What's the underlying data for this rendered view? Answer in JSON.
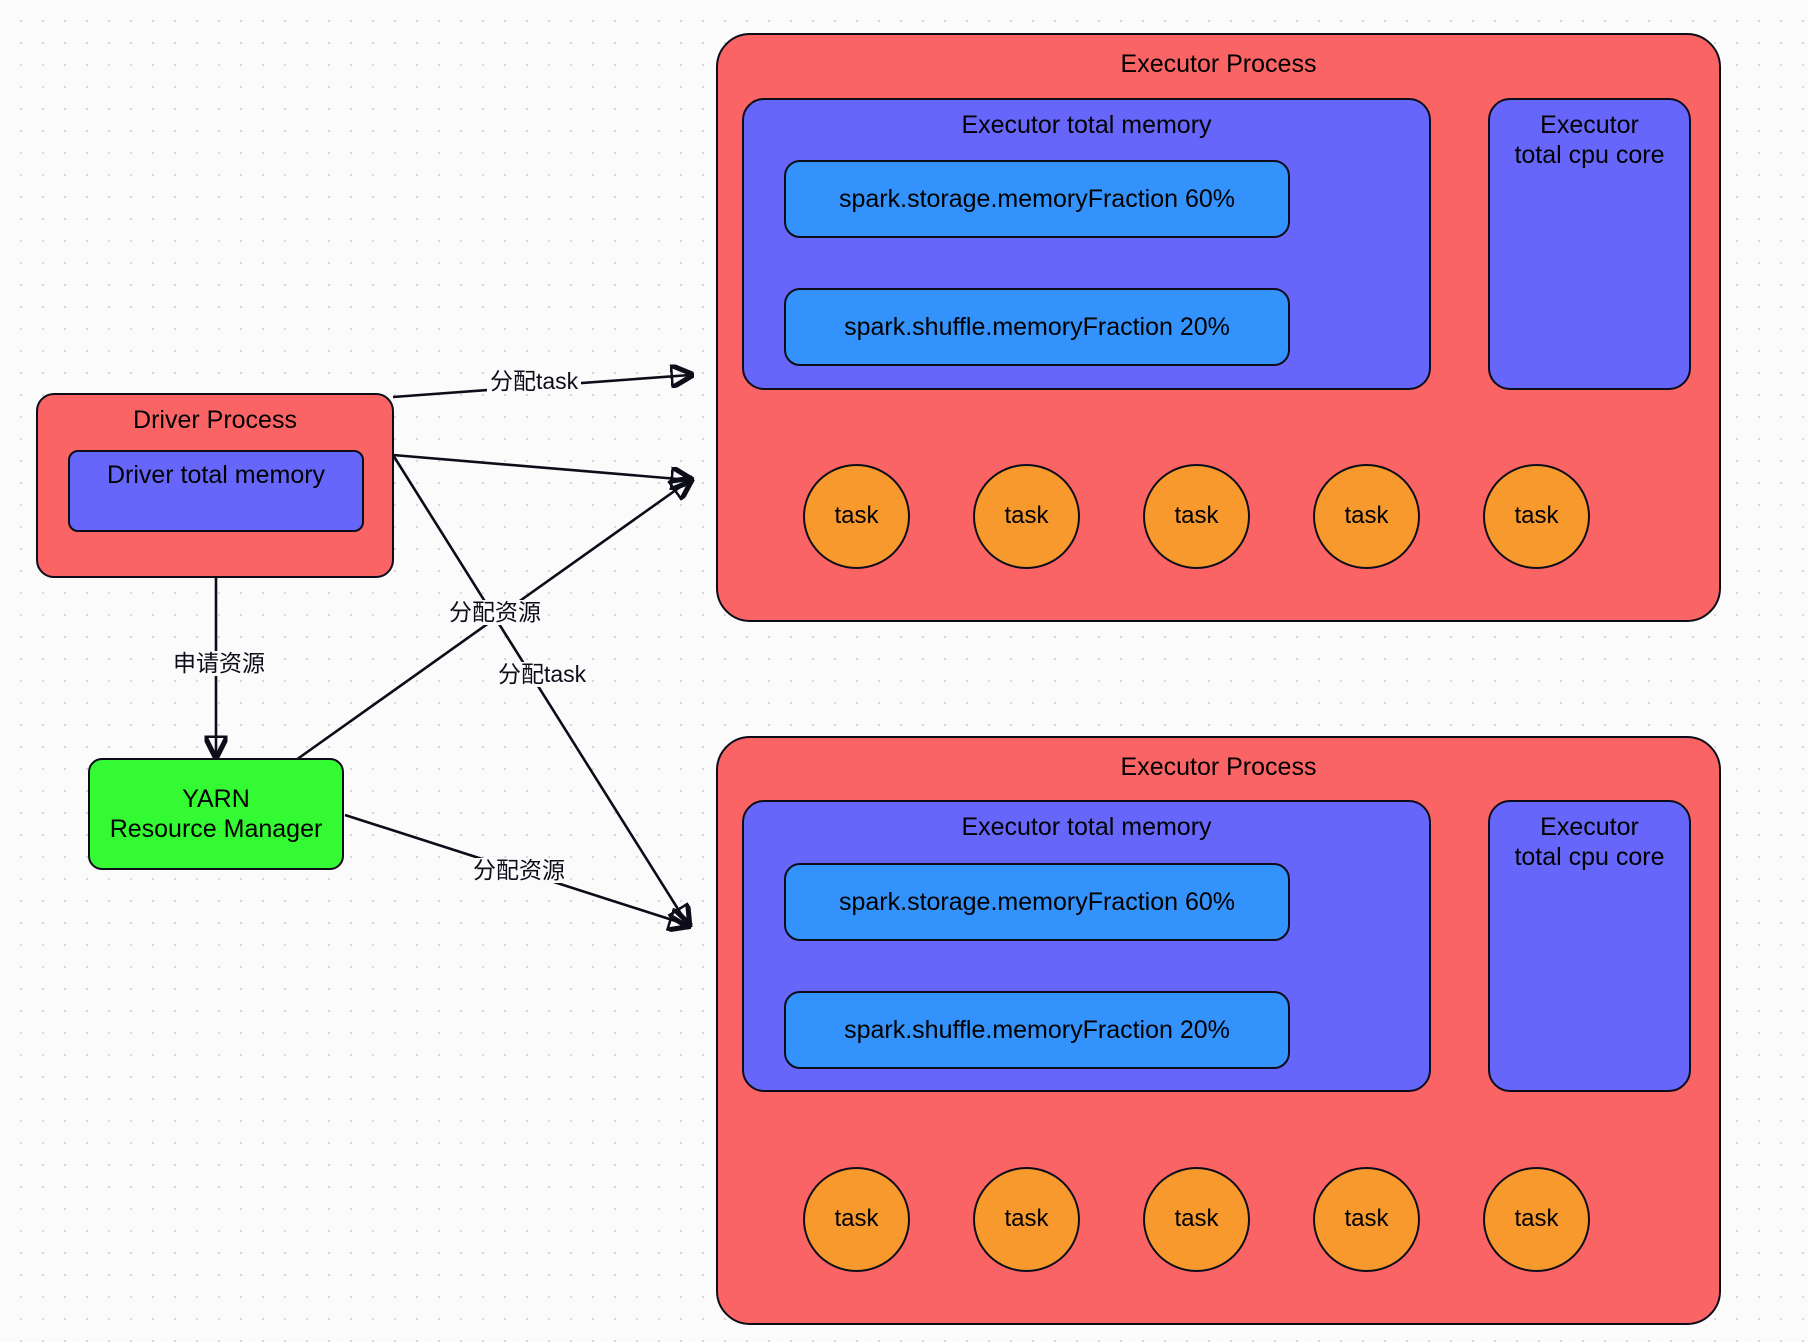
{
  "diagram": {
    "title": "Spark on YARN resource allocation diagram",
    "colors": {
      "process_red": "#fa6464",
      "memory_purple": "#6666fb",
      "fraction_blue": "#3392fb",
      "task_orange": "#f8992e",
      "yarn_green": "#33fa33",
      "stroke": "#0d0d1a",
      "background": "#fbfbfb"
    },
    "driver": {
      "process_label": "Driver Process",
      "memory_label": "Driver total memory"
    },
    "yarn": {
      "label": "YARN\nResource Manager"
    },
    "executors": [
      {
        "process_label": "Executor Process",
        "memory_label": "Executor total memory",
        "cpu_label": "Executor\ntotal cpu core",
        "fractions": [
          "spark.storage.memoryFraction 60%",
          "spark.shuffle.memoryFraction 20%"
        ],
        "tasks": [
          "task",
          "task",
          "task",
          "task",
          "task"
        ]
      },
      {
        "process_label": "Executor Process",
        "memory_label": "Executor total memory",
        "cpu_label": "Executor\ntotal cpu core",
        "fractions": [
          "spark.storage.memoryFraction 60%",
          "spark.shuffle.memoryFraction 20%"
        ],
        "tasks": [
          "task",
          "task",
          "task",
          "task",
          "task"
        ]
      }
    ],
    "edges": [
      {
        "id": "driver-to-exec1-task",
        "label": "分配task"
      },
      {
        "id": "driver-to-yarn",
        "label": "申请资源"
      },
      {
        "id": "yarn-to-exec1-resource",
        "label": "分配资源"
      },
      {
        "id": "driver-to-exec2-task",
        "label": "分配task"
      },
      {
        "id": "yarn-to-exec2-resource",
        "label": "分配资源"
      }
    ]
  }
}
